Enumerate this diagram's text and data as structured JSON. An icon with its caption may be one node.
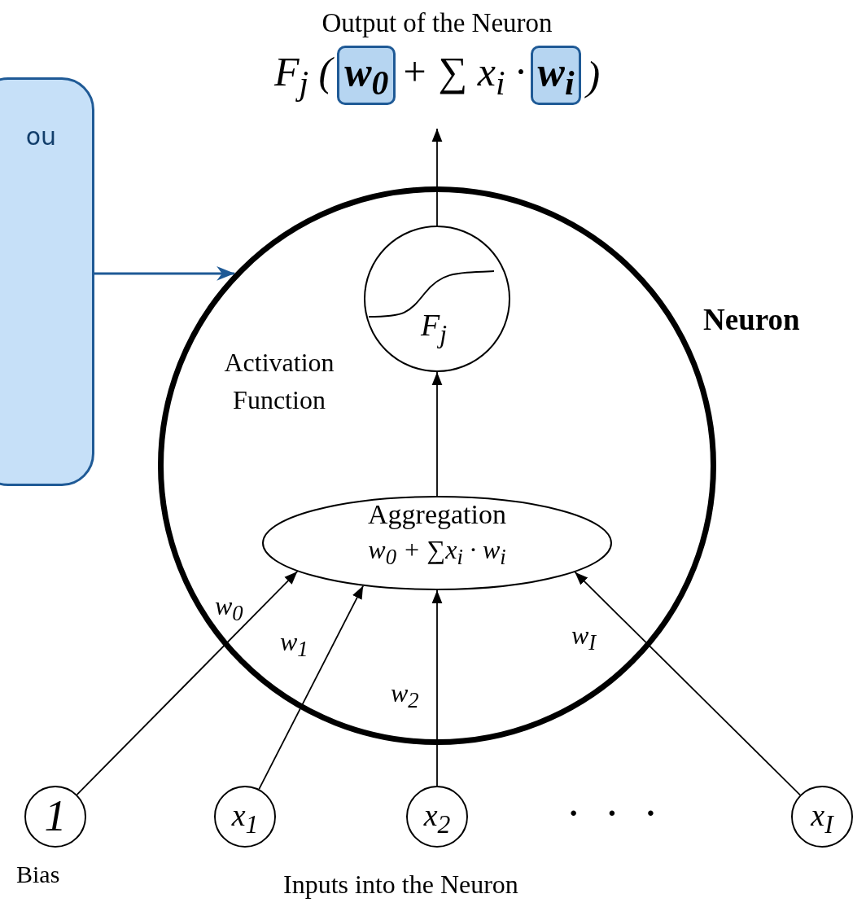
{
  "diagram": {
    "nodes": [
      {
        "text": [
          "ou"
        ]
      },
      {
        "text": [
          "Neuron"
        ]
      },
      {
        "text": [
          "*F*$_{j}$"
        ],
        "in": 1,
        "beside": [
          "Activation Function"
        ]
      },
      {
        "text": [
          "Aggregation",
          "*w*$_{0}$ + ∑*x*$_{i}$ · *w*$_{i}$"
        ],
        "in": 1
      },
      {
        "text": [
          "Output of the Neuron",
          "*F*$_{j}$ (",
          "*w*$_{0}$",
          "+ ∑ *x*$_{i}$ ·",
          "*w*$_{i}$",
          ")"
        ]
      },
      {
        "text": [
          "1"
        ],
        "beside": [
          "Bias"
        ]
      },
      {
        "text": [
          "*x*$_{1}$"
        ]
      },
      {
        "text": [
          "*x*$_{2}$"
        ]
      },
      {
        "text": [
          "*x*$_{I}$"
        ]
      }
    ],
    "edges": [
      {
        "from": 0,
        "to": 1,
        "arrow": "to",
        "color": "#1f5a96"
      },
      {
        "from": 2,
        "to": 4,
        "arrow": "to"
      },
      {
        "from": 3,
        "to": 2,
        "arrow": "to"
      },
      {
        "from": 5,
        "to": 3,
        "arrow": "to",
        "label": "*w*$_{0}$"
      },
      {
        "from": 6,
        "to": 3,
        "arrow": "to",
        "label": "*w*$_{1}$"
      },
      {
        "from": 7,
        "to": 3,
        "arrow": "to",
        "label": "*w*$_{2}$"
      },
      {
        "from": 8,
        "to": 3,
        "arrow": "to",
        "label": "*w*$_{I}$"
      }
    ],
    "labels": [
      "· · ·",
      "Inputs into the Neuron"
    ]
  }
}
